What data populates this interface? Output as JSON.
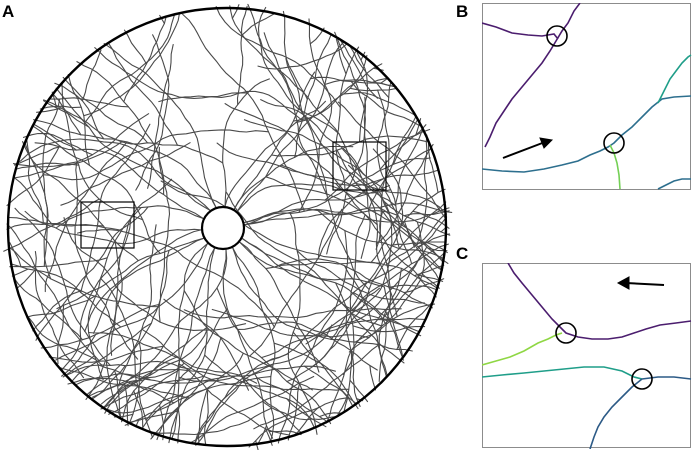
{
  "panels": {
    "a": {
      "label": "A"
    },
    "b": {
      "label": "B"
    },
    "c": {
      "label": "C"
    }
  },
  "colors": {
    "vessel": "#4a4a4a",
    "outline": "#000000",
    "frame": "#8c8c8c",
    "purple": "#4b1d6e",
    "teal_blue": "#2d6f8e",
    "dark_blue": "#2c5a86",
    "teal_green": "#1f9e89",
    "green": "#74d055",
    "bright_green": "#8fd744"
  },
  "icons": {
    "arrow_b": "arrow-up-right-icon",
    "arrow_c": "arrow-left-icon"
  }
}
